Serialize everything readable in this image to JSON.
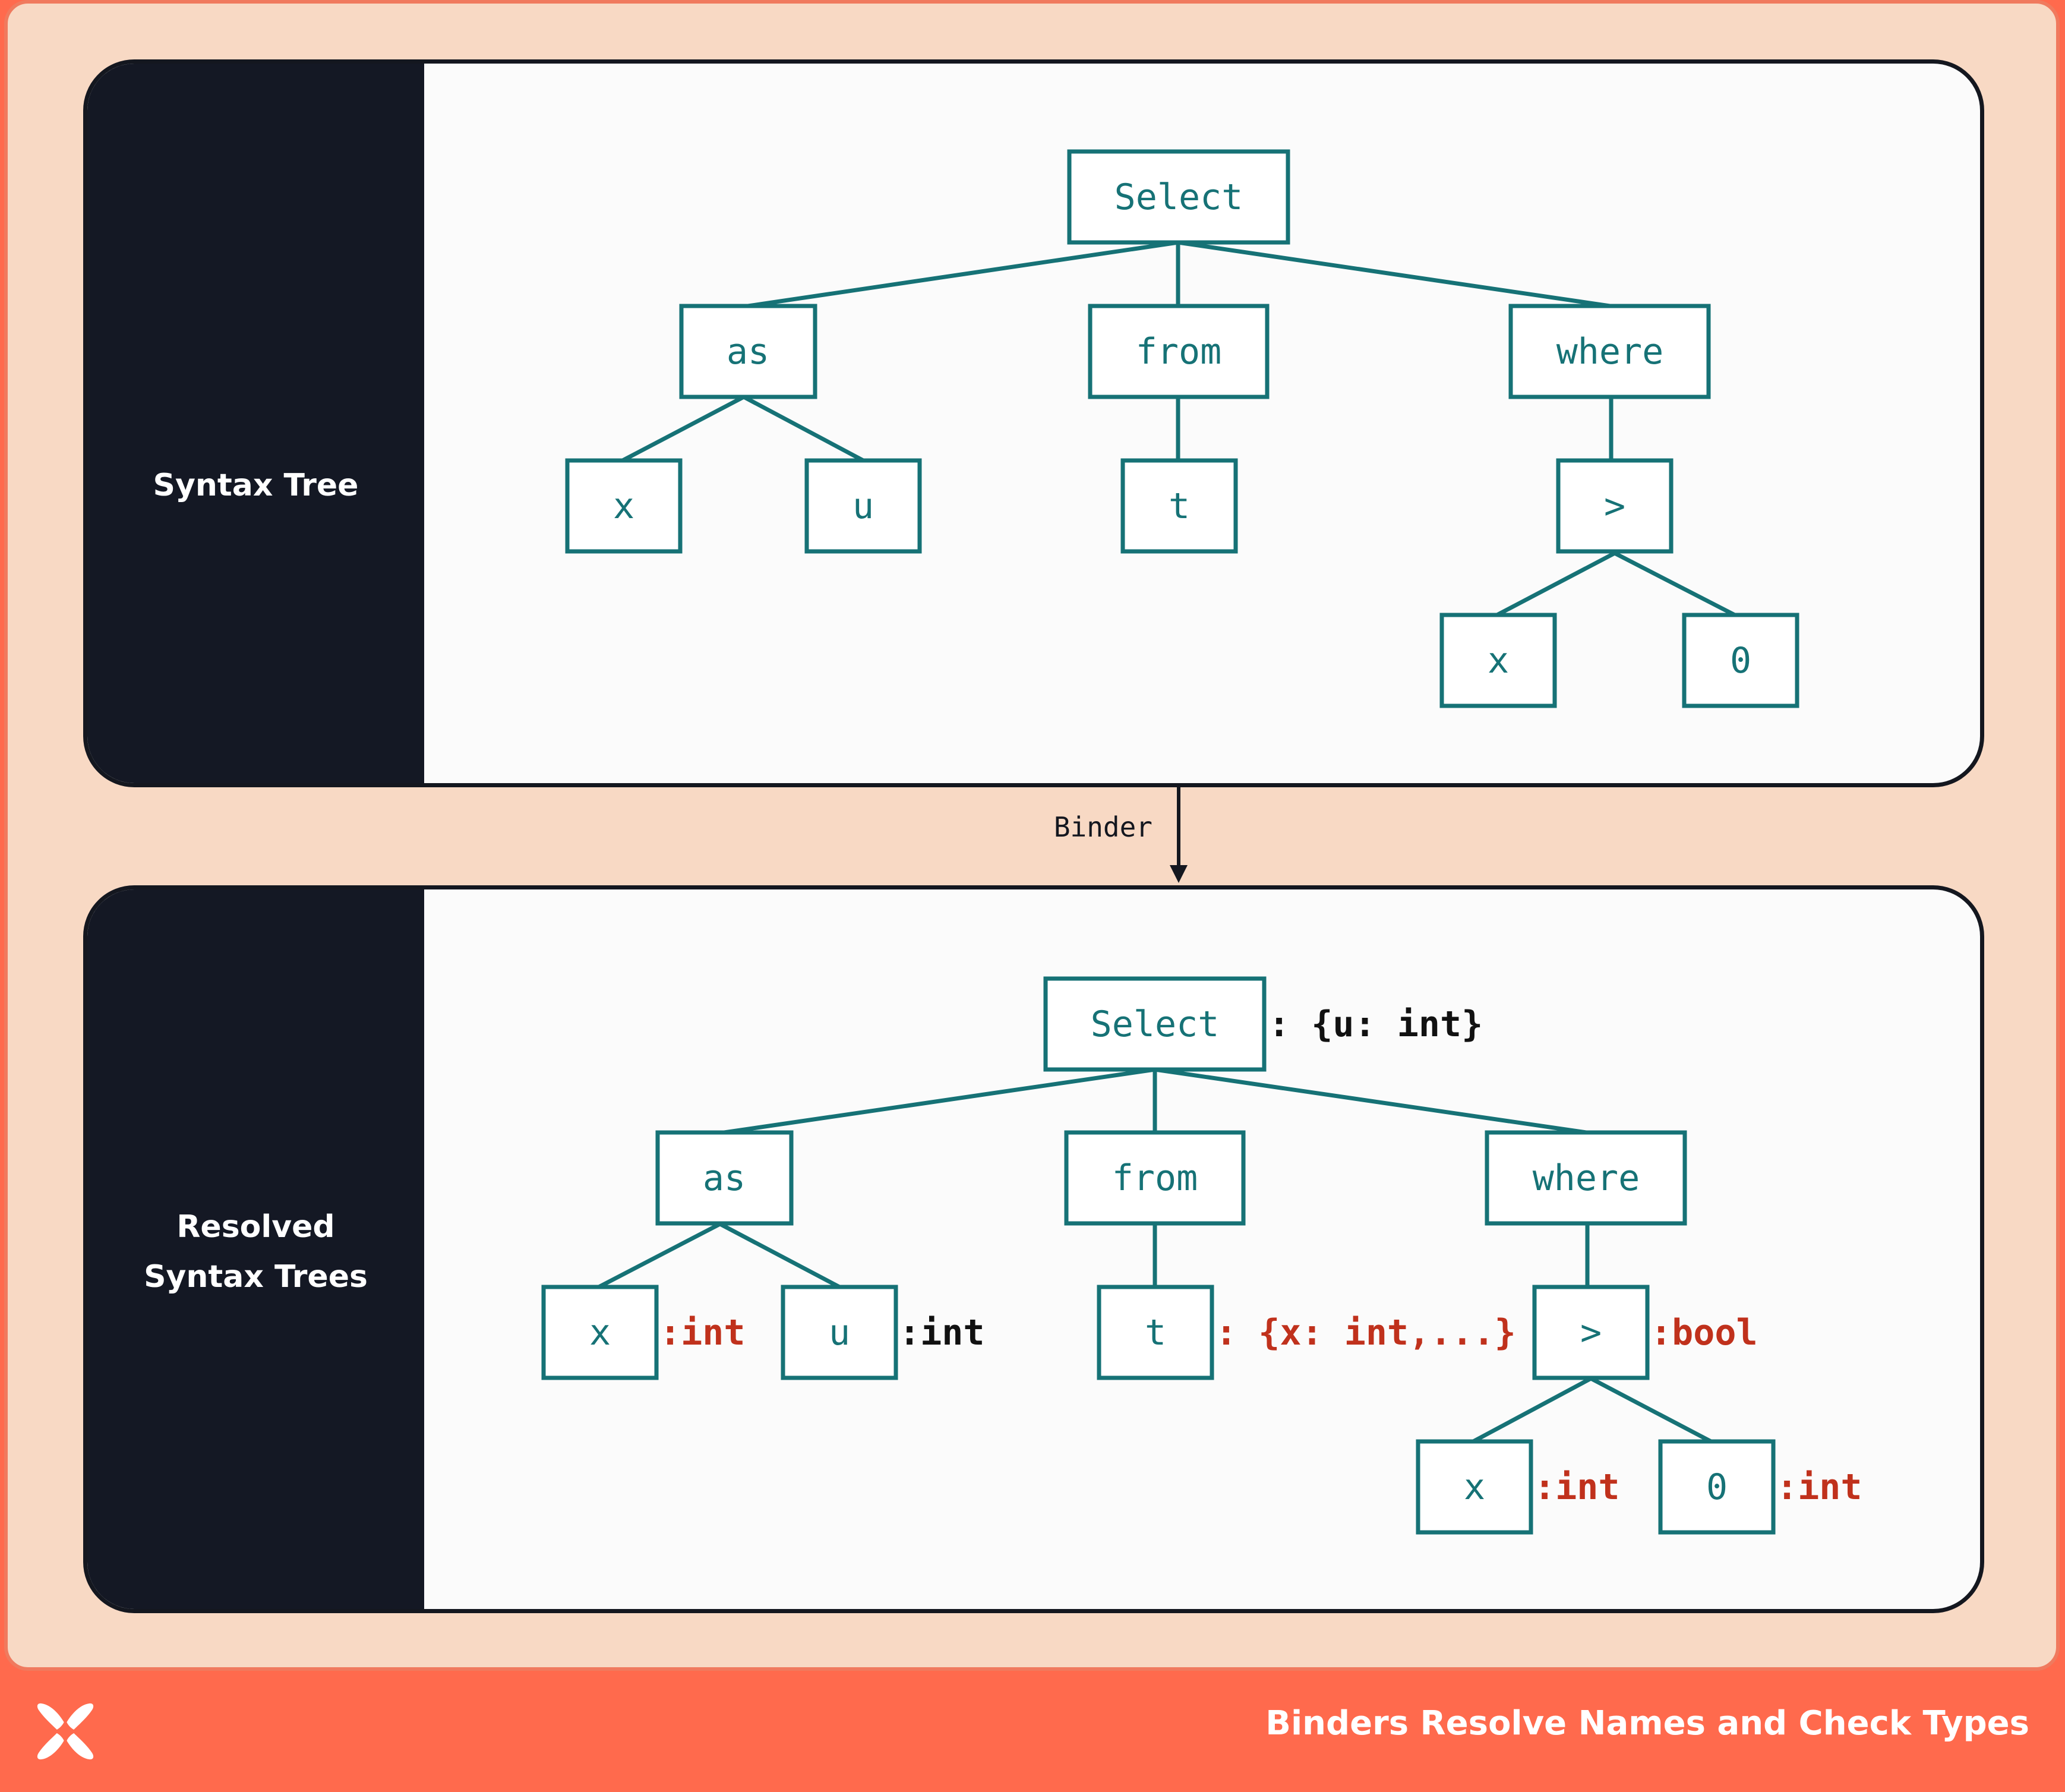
{
  "colors": {
    "footer": "#ff6a4d",
    "background": "#f8d9c4",
    "sidebar": "#141824",
    "node": "#167276",
    "type_highlight": "#c0311c",
    "type_plain": "#111111"
  },
  "top_panel": {
    "label": "Syntax Tree",
    "nodes": {
      "select": "Select",
      "as": "as",
      "from": "from",
      "where": "where",
      "x": "x",
      "u": "u",
      "t": "t",
      "gt": ">",
      "x2": "x",
      "zero": "0"
    }
  },
  "edge_label": "Binder",
  "bottom_panel": {
    "label_line1": "Resolved",
    "label_line2": "Syntax Trees",
    "nodes": {
      "select": "Select",
      "as": "as",
      "from": "from",
      "where": "where",
      "x": "x",
      "u": "u",
      "t": "t",
      "gt": ">",
      "x2": "x",
      "zero": "0"
    },
    "types": {
      "select": ": {u: int}",
      "x": ":int",
      "u": ":int",
      "t": ": {x: int,...}",
      "gt": ":bool",
      "x2": ":int",
      "zero": ":int"
    }
  },
  "footer": {
    "logo_icon": "x-logo-icon",
    "title": "Binders Resolve Names and Check Types"
  }
}
